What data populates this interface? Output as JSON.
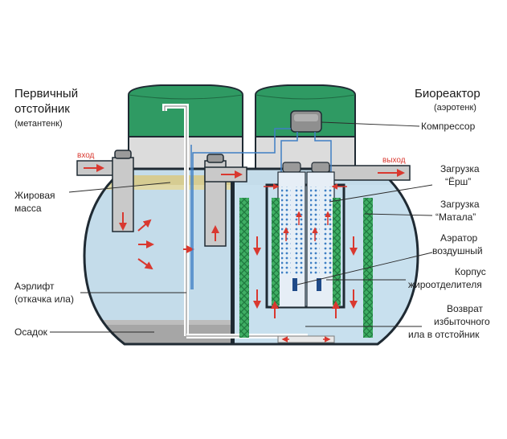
{
  "left_chamber": {
    "title_line1": "Первичный",
    "title_line2": "отстойник",
    "subtitle": "(метантенк)"
  },
  "right_chamber": {
    "title": "Биореактор",
    "subtitle": "(аэротенк)"
  },
  "inlet_label": "вход",
  "outlet_label": "выход",
  "labels": {
    "fat_layer_line1": "Жировая",
    "fat_layer_line2": "масса",
    "airlift_line1": "Аэрлифт",
    "airlift_line2": "(откачка ила)",
    "sediment": "Осадок",
    "compressor": "Компрессор",
    "brush_load_line1": "Загрузка",
    "brush_load_line2": "“Ёрш”",
    "mat_load_line1": "Загрузка",
    "mat_load_line2": "“Матала”",
    "aerator_line1": "Аэратор",
    "aerator_line2": "воздушный",
    "fat_separator_line1": "Корпус",
    "fat_separator_line2": "жироотделителя",
    "sludge_return_line1": "Возврат",
    "sludge_return_line2": "избыточного",
    "sludge_return_line3": "ила в отстойник"
  },
  "colors": {
    "neck_green": "#2f9a63",
    "water_blue": "#c4dcea",
    "fat_layer": "#d6cc92",
    "sediment": "#a6a6a6",
    "tank_outline": "#1f2a33",
    "arrow_red": "#d9382f",
    "mat_green": "#35a55c"
  }
}
